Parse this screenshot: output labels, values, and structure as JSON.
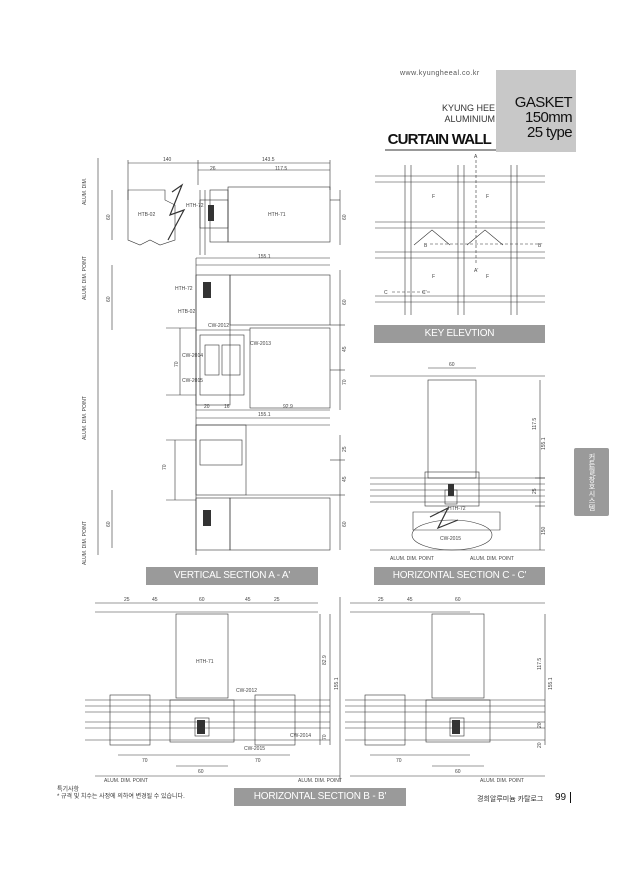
{
  "header": {
    "website": "www.kyungheeal.co.kr",
    "brand_line1": "KYUNG HEE",
    "brand_line2": "ALUMINIUM",
    "title": "CURTAIN WALL",
    "gasket_line1": "GASKET",
    "gasket_line2": "150mm",
    "gasket_line3": "25 type"
  },
  "labels": {
    "key_elevation": "KEY ELEVTION",
    "vertical_section": "VERTICAL SECTION A - A'",
    "horizontal_section_c": "HORIZONTAL SECTION C - C'",
    "horizontal_section_b": "HORIZONTAL SECTION B - B'",
    "side_tab": "커튼월/창호시스템"
  },
  "footer": {
    "note_line1": "특기사항",
    "note_line2": "* 규격 및 치수는 사정에 의하여 변경될 수 있습니다.",
    "page_title": "경희알루미늄 카탈로그",
    "page_number": "99"
  },
  "drawing": {
    "alum_dim": "ALUM. DIM.",
    "alum_dim_point": "ALUM. DIM. POINT",
    "elev_markers": {
      "a": "A",
      "a2": "A'",
      "b": "B",
      "b2": "B'",
      "c": "C",
      "c2": "C'",
      "f": "F"
    },
    "vertical_dims": {
      "d140": "140",
      "d143_5": "143.5",
      "d26": "26",
      "d117_5": "117.5",
      "d155_1": "155.1",
      "d60": "60",
      "d45": "45",
      "d25": "25",
      "d70": "70",
      "d20": "20",
      "d16": "16",
      "d92_9": "92.9"
    },
    "part_codes": {
      "hth71": "HTH-71",
      "hth72": "HTH-72",
      "htb02": "HTB-02",
      "cw2012": "CW-2012",
      "cw2013": "CW-2013",
      "cw2014": "CW-2014",
      "cw2015": "CW-2015"
    },
    "horizontal_c_dims": {
      "d60": "60",
      "d117_5": "117.5",
      "d155_1": "155.1",
      "d25": "25",
      "d150": "150"
    },
    "horizontal_b_dims": {
      "d25": "25",
      "d45": "45",
      "d60": "60",
      "d70": "70",
      "d82_9": "82.9",
      "d155_1": "155.1",
      "d117_5": "117.5",
      "d20": "20"
    }
  }
}
